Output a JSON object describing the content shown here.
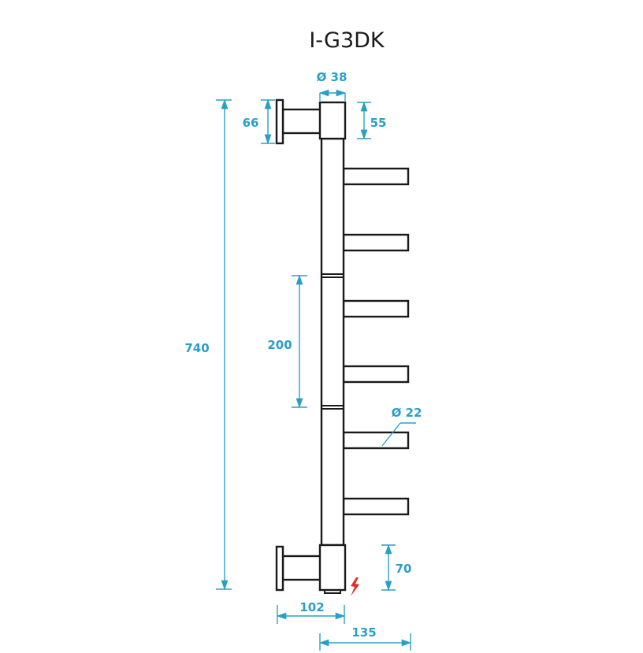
{
  "title": "I-G3DK",
  "colors": {
    "line": "#1a1a1a",
    "dimension": "#2a9fc6",
    "electric_icon": "#e0302a"
  },
  "icons": {
    "electric": "lightning-bolt-icon"
  },
  "dimensions": {
    "top_tube_diameter": "Ø 38",
    "bar_diameter": "Ø 22",
    "bracket_height": "66",
    "top_cap_height": "55",
    "total_height": "740",
    "section_spacing": "200",
    "bottom_cap_height": "70",
    "wall_to_tube": "102",
    "wall_to_bar_end": "135"
  }
}
